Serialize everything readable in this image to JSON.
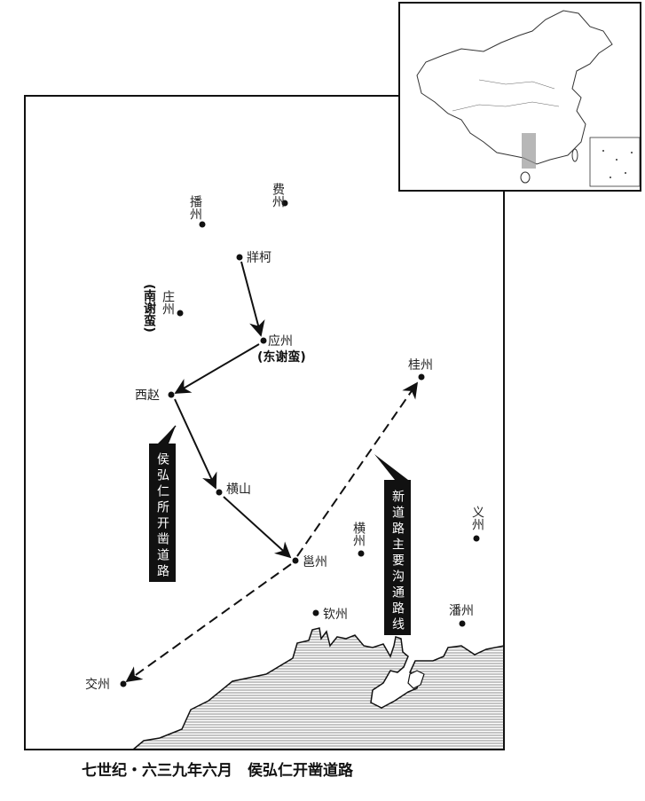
{
  "places": {
    "feizhou": "费州",
    "bozhou": "播州",
    "zangke": "牂柯",
    "zhuangzhou": "庄州",
    "nanxieman": "(南谢蛮)",
    "yingzhou": "应州",
    "dongxieman": "(东谢蛮)",
    "xizhao": "西赵",
    "hengshan": "横山",
    "yongzhou": "邕州",
    "hengzhou": "横州",
    "qinzhou": "钦州",
    "panzhou": "潘州",
    "yizhou": "义州",
    "guizhou": "桂州",
    "jiaozhou": "交州"
  },
  "legend": {
    "old_route": "侯弘仁所开凿道路",
    "new_route": "新道路主要沟通路线"
  },
  "caption": "七世纪・六三九年六月　侯弘仁开凿道路"
}
